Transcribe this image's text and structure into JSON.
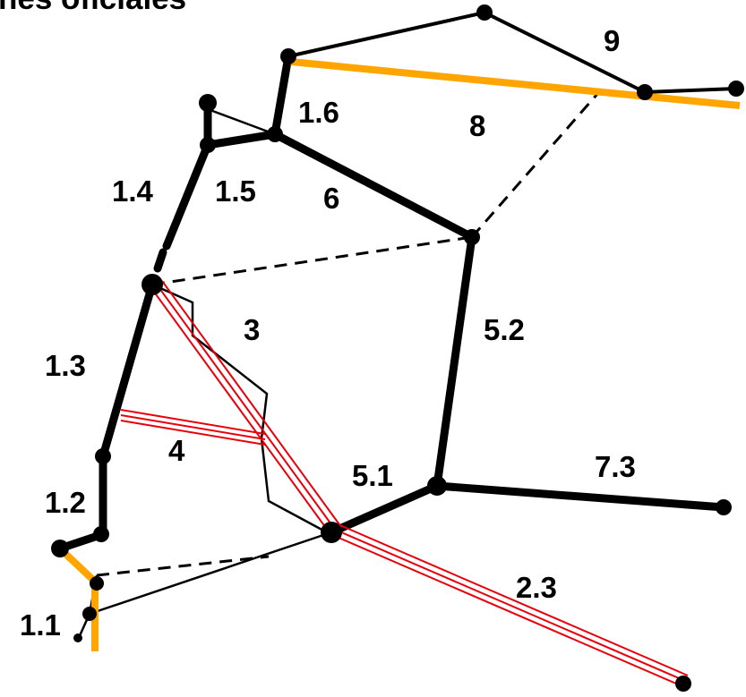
{
  "title": "nes oficiales",
  "labels": {
    "l_1_1": "1.1",
    "l_1_2": "1.2",
    "l_1_3": "1.3",
    "l_1_4": "1.4",
    "l_1_5": "1.5",
    "l_1_6": "1.6",
    "l_2_3": "2.3",
    "l_3": "3",
    "l_4": "4",
    "l_5_1": "5.1",
    "l_5_2": "5.2",
    "l_6": "6",
    "l_7_3": "7.3",
    "l_8": "8",
    "l_9": "9"
  },
  "colors": {
    "road_black": "#000000",
    "highlight_orange": "#FFA500",
    "double_line_red": "#E8000B",
    "background": "#FFFFFF"
  }
}
